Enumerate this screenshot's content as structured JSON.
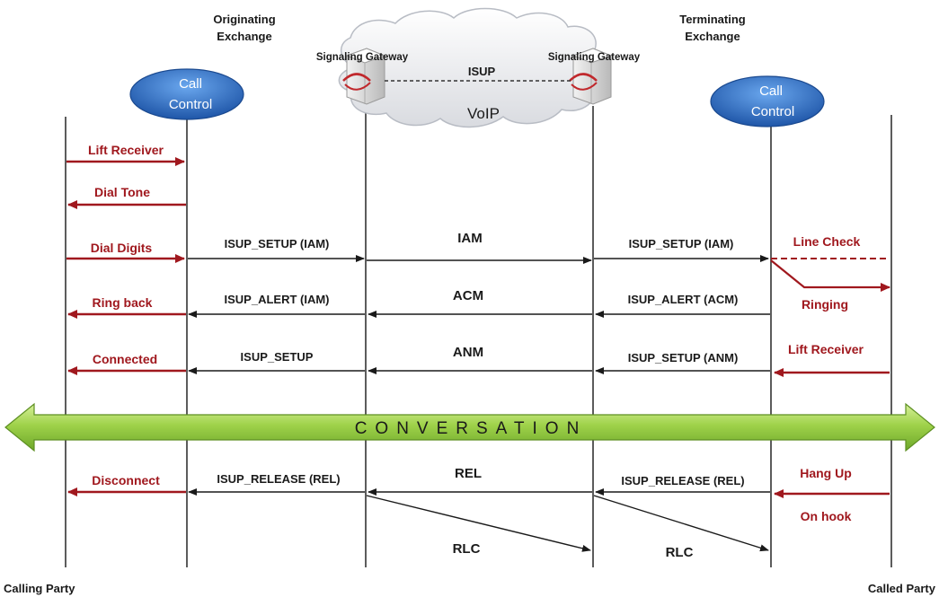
{
  "headers": {
    "originating": [
      "Originating",
      "Exchange"
    ],
    "terminating": [
      "Terminating",
      "Exchange"
    ]
  },
  "call_control_left": [
    "Call",
    "Control"
  ],
  "call_control_right": [
    "Call",
    "Control"
  ],
  "cloud": {
    "gateway_left": "Signaling Gateway",
    "gateway_right": "Signaling Gateway",
    "link": "ISUP",
    "network": "VoIP"
  },
  "calling_side": {
    "lift_receiver": "Lift Receiver",
    "dial_tone": "Dial Tone",
    "dial_digits": "Dial Digits",
    "ring_back": "Ring back",
    "connected": "Connected",
    "disconnect": "Disconnect"
  },
  "orig_exchange_msgs": {
    "setup": "ISUP_SETUP (IAM)",
    "alert": "ISUP_ALERT (IAM)",
    "setup2": "ISUP_SETUP",
    "release": "ISUP_RELEASE (REL)"
  },
  "core_msgs": {
    "iam": "IAM",
    "acm": "ACM",
    "anm": "ANM",
    "rel": "REL",
    "rlc_left": "RLC",
    "rlc_right": "RLC"
  },
  "term_exchange_msgs": {
    "setup": "ISUP_SETUP (IAM)",
    "alert": "ISUP_ALERT  (ACM)",
    "setup_anm": "ISUP_SETUP (ANM)",
    "release": "ISUP_RELEASE (REL)"
  },
  "called_side": {
    "line_check": "Line Check",
    "ringing": "Ringing",
    "lift_receiver": "Lift Receiver",
    "hang_up": "Hang Up",
    "on_hook": "On hook"
  },
  "conversation": "CONVERSATION",
  "footer": {
    "calling_party": "Calling Party",
    "called_party": "Called Party"
  },
  "colors": {
    "red_arrow": "#a0181e",
    "black_arrow": "#1a1a1a",
    "call_control_fill": "#2f6fc6",
    "conversation_bar": "#8dc63f"
  }
}
